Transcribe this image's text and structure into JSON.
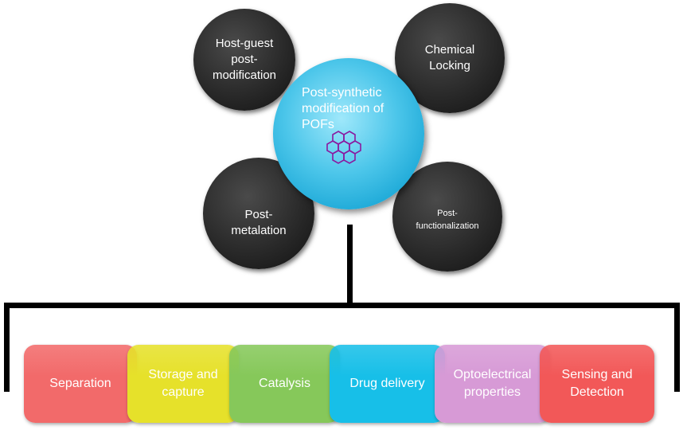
{
  "center": {
    "line1": "Post-synthetic",
    "line2": "modification of",
    "line3": "POFs"
  },
  "nodes": {
    "host_guest": [
      "Host-guest",
      "post-",
      "modification"
    ],
    "chemical_locking": [
      "Chemical",
      "Locking"
    ],
    "post_metalation": [
      "Post-",
      "metalation"
    ],
    "post_functionalization": [
      "Post-",
      "functionalization"
    ]
  },
  "applications": [
    {
      "lines": [
        "Separation"
      ],
      "color": "#f26a6a"
    },
    {
      "lines": [
        "Storage and",
        "capture"
      ],
      "color": "#e6e12a"
    },
    {
      "lines": [
        "Catalysis"
      ],
      "color": "#86c85a"
    },
    {
      "lines": [
        "Drug delivery"
      ],
      "color": "#17bfe8"
    },
    {
      "lines": [
        "Optoelectrical",
        "properties"
      ],
      "color": "#d79ad6"
    },
    {
      "lines": [
        "Sensing and",
        "Detection"
      ],
      "color": "#f25858"
    }
  ],
  "colors": {
    "hexagon": "#8a1aa0",
    "connector": "#000000"
  }
}
